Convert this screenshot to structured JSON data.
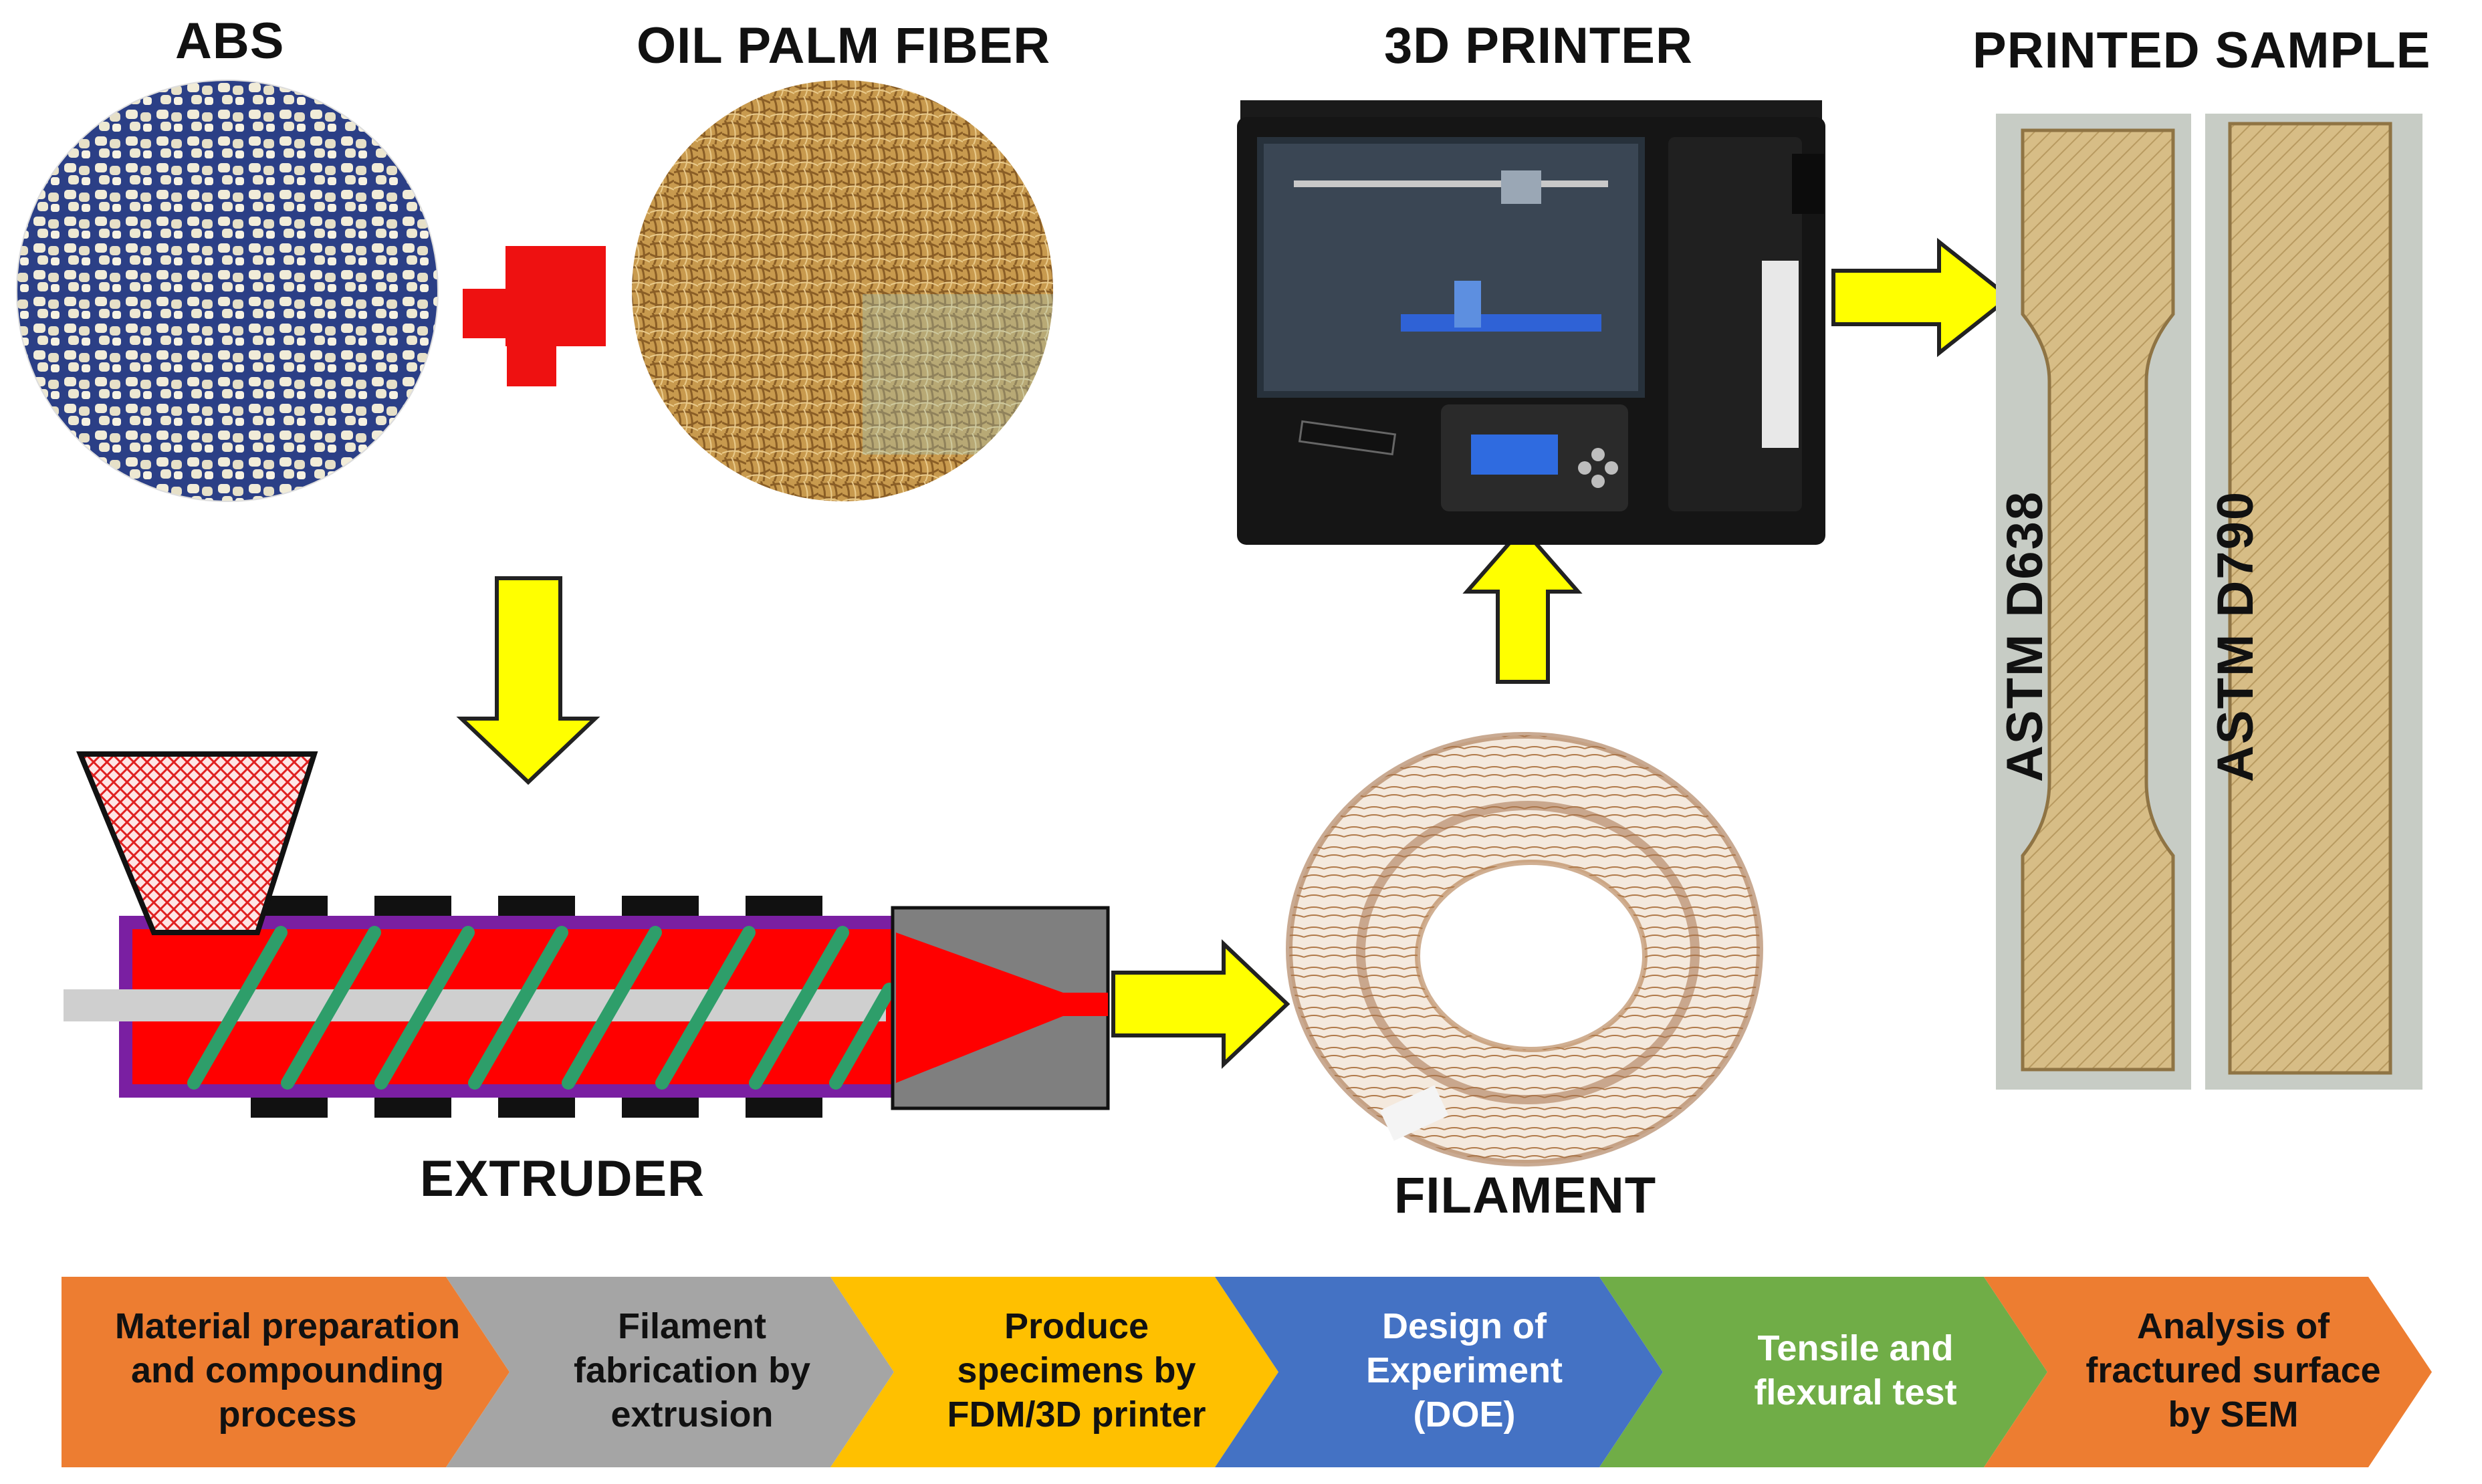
{
  "labels": {
    "abs": "ABS",
    "oil_palm_fiber": "OIL PALM FIBER",
    "printer": "3D PRINTER",
    "printed_sample": "PRINTED SAMPLE",
    "extruder": "EXTRUDER",
    "filament": "FILAMENT",
    "astm_d638": "ASTM D638",
    "astm_d790": "ASTM D790"
  },
  "process_steps": [
    {
      "text": "Material preparation and compounding process",
      "color": "#ED7D31",
      "text_color": "#111111"
    },
    {
      "text": "Filament fabrication by extrusion",
      "color": "#A5A5A5",
      "text_color": "#111111"
    },
    {
      "text": "Produce specimens by FDM/3D printer",
      "color": "#FFC000",
      "text_color": "#111111"
    },
    {
      "text": "Design of Experiment (DOE)",
      "color": "#4472C4",
      "text_color": "#FFFFFF"
    },
    {
      "text": "Tensile and flexural test",
      "color": "#70AD47",
      "text_color": "#FFFFFF"
    },
    {
      "text": "Analysis of fractured surface by SEM",
      "color": "#ED7D31",
      "text_color": "#111111"
    }
  ],
  "colors": {
    "arrow_fill": "#FFFF00",
    "plus": "#EE1111",
    "barrel_red": "#FF0000",
    "barrel_outline": "#7A1FA2",
    "screw_flight": "#2E9E6A",
    "die_gray": "#7F7F7F",
    "sample_tan": "#D9C08A"
  }
}
